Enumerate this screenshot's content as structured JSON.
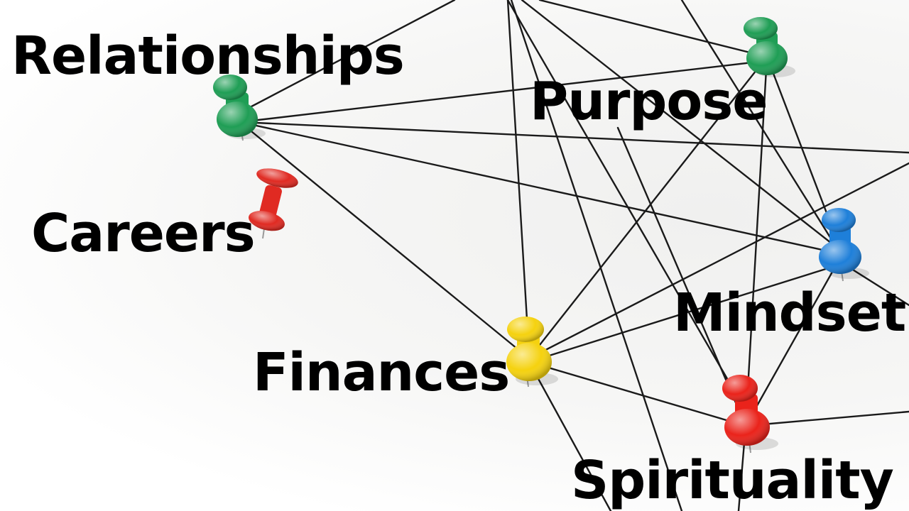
{
  "labels": {
    "relationships": "Relationships",
    "purpose": "Purpose",
    "careers": "Careers",
    "mindset": "Mindset",
    "finances": "Finances",
    "spirituality": "Spirituality"
  },
  "pins": [
    {
      "name": "green-pin-top-right",
      "color": "#1f9e55"
    },
    {
      "name": "green-pin-left",
      "color": "#1f9e55"
    },
    {
      "name": "red-pin-left",
      "color": "#e02a22"
    },
    {
      "name": "blue-pin",
      "color": "#1e7fd9"
    },
    {
      "name": "yellow-pin",
      "color": "#f5d20f"
    },
    {
      "name": "red-pin-bottom",
      "color": "#ea231b"
    }
  ],
  "colors": {
    "string": "#1a1a1a",
    "text": "#000000",
    "background": "#ffffff"
  }
}
